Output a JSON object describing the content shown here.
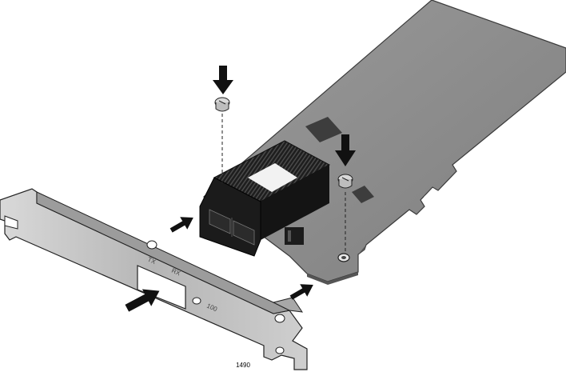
{
  "figure": {
    "id_label": "1490",
    "bracket_labels": {
      "port_left": "TX",
      "port_right": "RX",
      "led": "100"
    }
  },
  "colors": {
    "card": "#8c8c8c",
    "card_edge": "#3a3a3a",
    "chip": "#3d3d3d",
    "bracket": "#bdbdbd",
    "transceiver": "#151515",
    "arrow": "#111111",
    "background": "#ffffff"
  },
  "icons": [
    "down-arrow-icon",
    "right-arrow-icon",
    "screw-icon"
  ]
}
